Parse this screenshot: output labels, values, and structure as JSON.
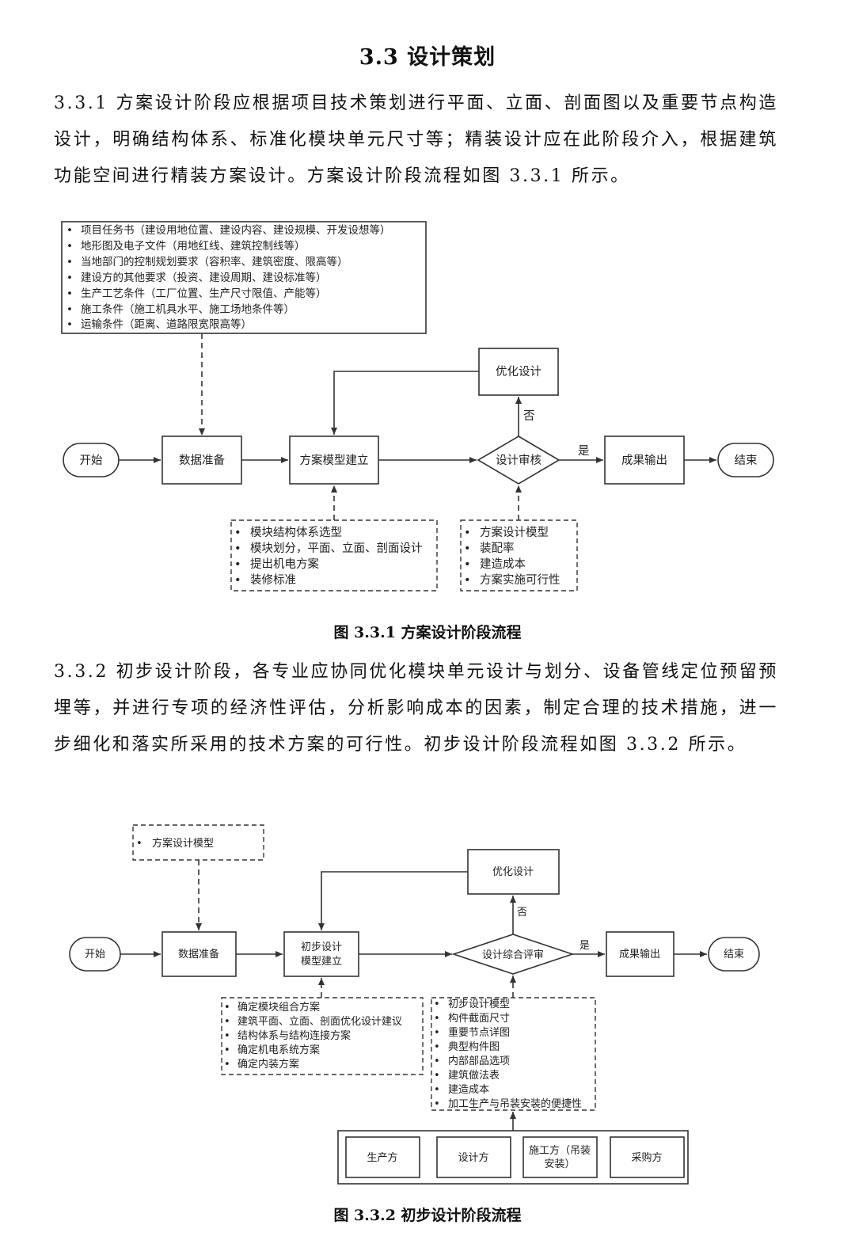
{
  "section_heading": "3.3  设计策划",
  "paragraph_1": "3.3.1 方案设计阶段应根据项目技术策划进行平面、立面、剖面图以及重要节点构造设计，明确结构体系、标准化模块单元尺寸等；精装设计应在此阶段介入，根据建筑功能空间进行精装方案设计。方案设计阶段流程如图 3.3.1 所示。",
  "figure_1": {
    "input_items": [
      "项目任务书（建设用地位置、建设内容、建设规模、开发设想等）",
      "地形图及电子文件（用地红线、建筑控制线等）",
      "当地部门的控制规划要求（容积率、建筑密度、限高等）",
      "建设方的其他要求（投资、建设周期、建设标准等）",
      "生产工艺条件（工厂位置、生产尺寸限值、产能等）",
      "施工条件（施工机具水平、施工场地条件等）",
      "运输条件（距离、道路限宽限高等）"
    ],
    "start": "开始",
    "data_prep": "数据准备",
    "model_build": "方案模型建立",
    "review": "设计审核",
    "optimize": "优化设计",
    "output": "成果输出",
    "end": "结束",
    "yes": "是",
    "no": "否",
    "model_items": [
      "模块结构体系选型",
      "模块划分，平面、立面、剖面设计",
      "提出机电方案",
      "装修标准"
    ],
    "review_items": [
      "方案设计模型",
      "装配率",
      "建造成本",
      "方案实施可行性"
    ],
    "caption": "图 3.3.1 方案设计阶段流程"
  },
  "paragraph_2": "3.3.2 初步设计阶段，各专业应协同优化模块单元设计与划分、设备管线定位预留预埋等，并进行专项的经济性评估，分析影响成本的因素，制定合理的技术措施，进一步细化和落实所采用的技术方案的可行性。初步设计阶段流程如图 3.3.2 所示。",
  "figure_2": {
    "input_items": [
      "方案设计模型"
    ],
    "start": "开始",
    "data_prep": "数据准备",
    "model_build_line1": "初步设计",
    "model_build_line2": "模型建立",
    "review": "设计综合评审",
    "optimize": "优化设计",
    "output": "成果输出",
    "end": "结束",
    "yes": "是",
    "no": "否",
    "model_items": [
      "确定模块组合方案",
      "建筑平面、立面、剖面优化设计建议",
      "结构体系与结构连接方案",
      "确定机电系统方案",
      "确定内装方案"
    ],
    "review_items": [
      "初步设计模型",
      "构件截面尺寸",
      "重要节点详图",
      "典型构件图",
      "内部部品选项",
      "建筑做法表",
      "建造成本",
      "加工生产与吊装安装的便捷性"
    ],
    "parties": [
      "生产方",
      "设计方",
      "施工方（吊装安装）",
      "采购方"
    ],
    "party_3_line1": "施工方（吊装",
    "party_3_line2": "安装）",
    "caption": "图 3.3.2 初步设计阶段流程"
  }
}
